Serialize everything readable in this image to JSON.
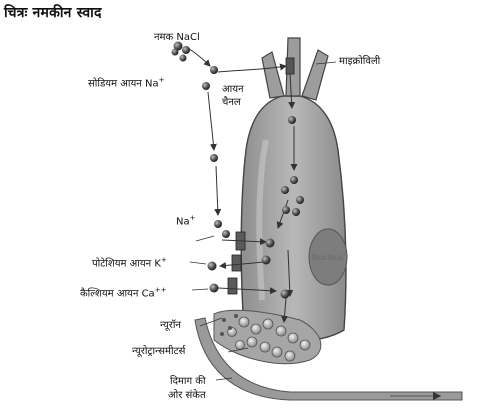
{
  "title": "चित्रः नमकीन स्वाद",
  "labels": {
    "salt": "नमक NaCl",
    "sodium_ion": "सोडियम आयन Na",
    "sodium_ion_sup": "+",
    "ion_channel_line1": "आयन",
    "ion_channel_line2": "चैनल",
    "microvilli": "माइक्रोविली",
    "na": "Na",
    "na_sup": "+",
    "potassium_ion": "पोटेशियम आयन K",
    "potassium_ion_sup": "+",
    "calcium_ion": "कैल्शियम आयन Ca",
    "calcium_ion_sup": "++",
    "neuron": "न्यूरॉन",
    "neurotransmitters": "न्यूरोट्रान्समीटर्स",
    "brain_signal_line1": "दिमाग की",
    "brain_signal_line2": "ओर संकेत",
    "nucleus": "Nucleus"
  }
}
